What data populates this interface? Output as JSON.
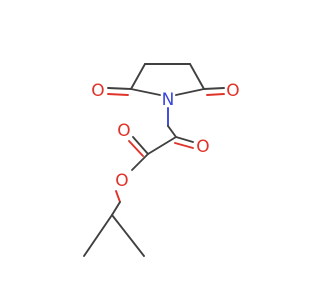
{
  "atoms": {
    "n1": {
      "symbol": "N",
      "color": "#3a46d8"
    },
    "o_ring_left": {
      "symbol": "O",
      "color": "#e0332a"
    },
    "o_ring_right": {
      "symbol": "O",
      "color": "#e0332a"
    },
    "o_ketone": {
      "symbol": "O",
      "color": "#e0332a"
    },
    "o_ester_carbonyl": {
      "symbol": "O",
      "color": "#e0332a"
    },
    "o_ester": {
      "symbol": "O",
      "color": "#e0332a"
    }
  }
}
